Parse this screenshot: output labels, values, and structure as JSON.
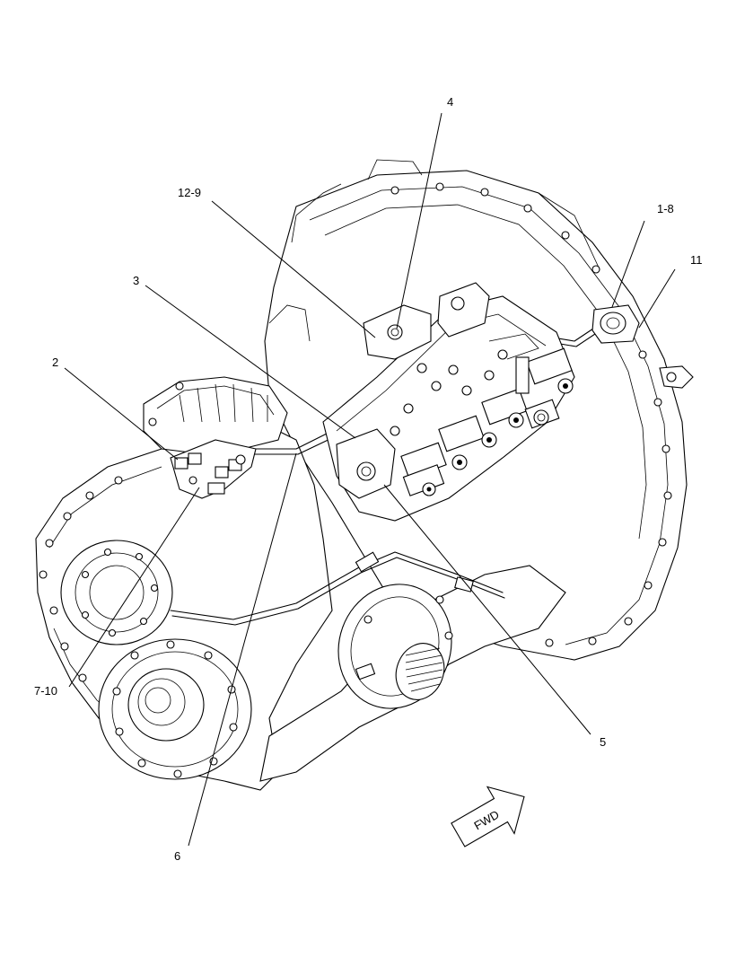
{
  "callouts": {
    "c4": "4",
    "c12_9": "12-9",
    "c1_8": "1-8",
    "c11": "11",
    "c3": "3",
    "c2": "2",
    "c7_10": "7-10",
    "c5": "5",
    "c6": "6"
  },
  "direction_arrow": {
    "label": "FWD"
  }
}
